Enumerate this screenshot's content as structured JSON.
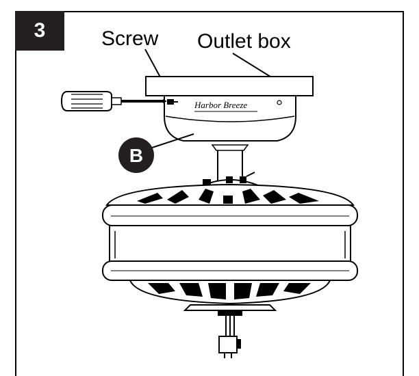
{
  "step": {
    "number": "3"
  },
  "labels": {
    "screw": "Screw",
    "outlet_box": "Outlet box",
    "part_b": "B",
    "brand": "Harbor Breeze"
  },
  "colors": {
    "ink": "#000000",
    "tab_bg": "#231f20",
    "paper": "#ffffff"
  },
  "icons": [
    "screwdriver-icon",
    "screw-icon",
    "ceiling-fan-motor-icon",
    "wire-connector-icon"
  ]
}
